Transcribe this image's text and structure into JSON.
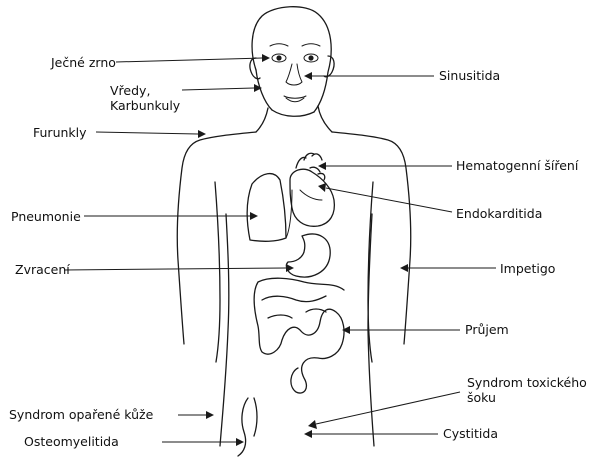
{
  "labels": {
    "jecne_zrno": "Ječné zrno",
    "vredy_karbunkuly": "Vředy,\nKarbunkuly",
    "furunkly": "Furunkly",
    "pneumonie": "Pneumonie",
    "zvraceni": "Zvracení",
    "syndrom_oparene_kuze": "Syndrom opařené kůže",
    "osteomyelitida": "Osteomyelitida",
    "sinusitida": "Sinusitida",
    "hematogenni_sireni": "Hematogenní šíření",
    "endokarditida": "Endokarditida",
    "impetigo": "Impetigo",
    "prujem": "Průjem",
    "syndrom_toxickeho_soku": "Syndrom toxického\nšoku",
    "cystitida": "Cystitida"
  },
  "colors": {
    "ink": "#1a1a1a",
    "background": "#ffffff"
  }
}
